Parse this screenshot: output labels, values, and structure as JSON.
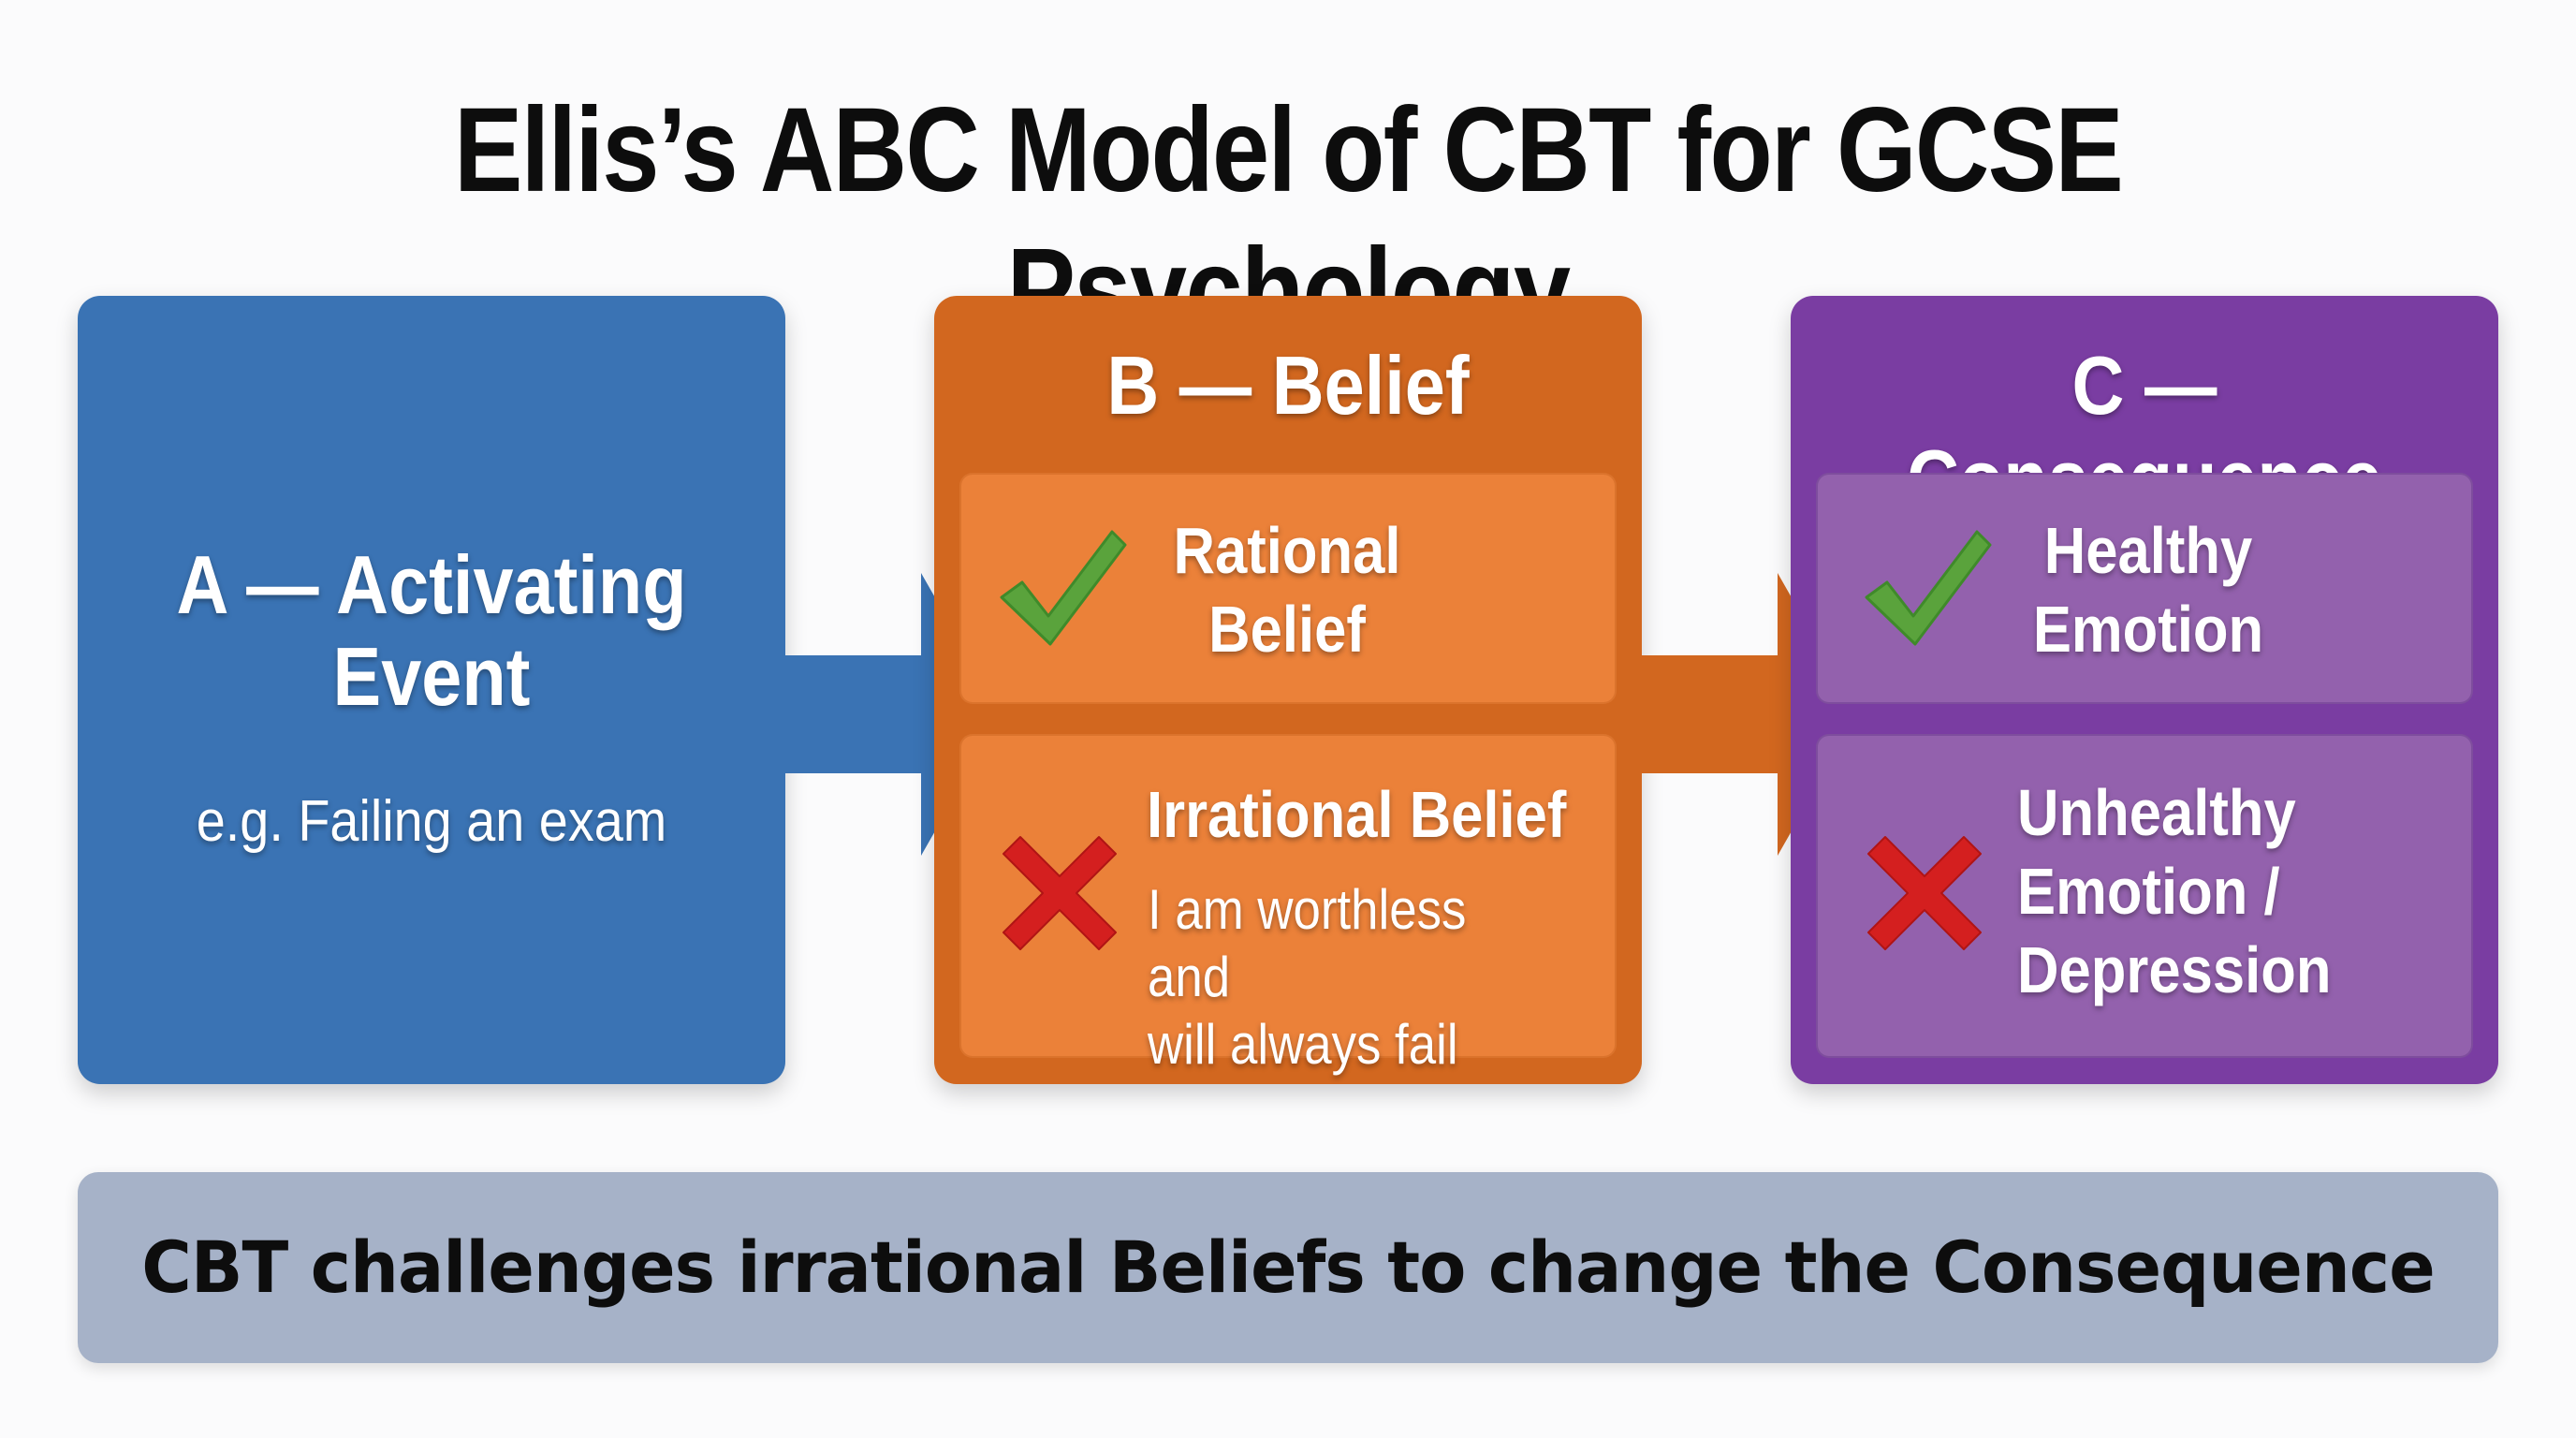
{
  "title": "Ellis’s ABC Model of CBT for GCSE Psychology",
  "colors": {
    "activating": "#3a73b4",
    "belief": "#d2671f",
    "consequence": "#7a3da2",
    "check": "#5aa33c",
    "cross": "#d41f1f",
    "footer": "#a6b2c8"
  },
  "activating": {
    "heading_lines": [
      "A — Activating",
      "Event"
    ],
    "example": "e.g. Failing an exam"
  },
  "belief": {
    "heading": "B — Belief",
    "rational": {
      "icon": "check-icon",
      "label_lines": [
        "Rational",
        "Belief"
      ]
    },
    "irrational": {
      "icon": "cross-icon",
      "label": "Irrational Belief",
      "description_lines": [
        "I am worthless and",
        "will always fail"
      ]
    }
  },
  "consequence": {
    "heading": "C — Consequence",
    "healthy": {
      "icon": "check-icon",
      "label_lines": [
        "Healthy",
        "Emotion"
      ]
    },
    "unhealthy": {
      "icon": "cross-icon",
      "label_lines": [
        "Unhealthy",
        "Emotion /",
        "Depression"
      ]
    }
  },
  "footer": "CBT challenges irrational Beliefs to change the Consequence"
}
